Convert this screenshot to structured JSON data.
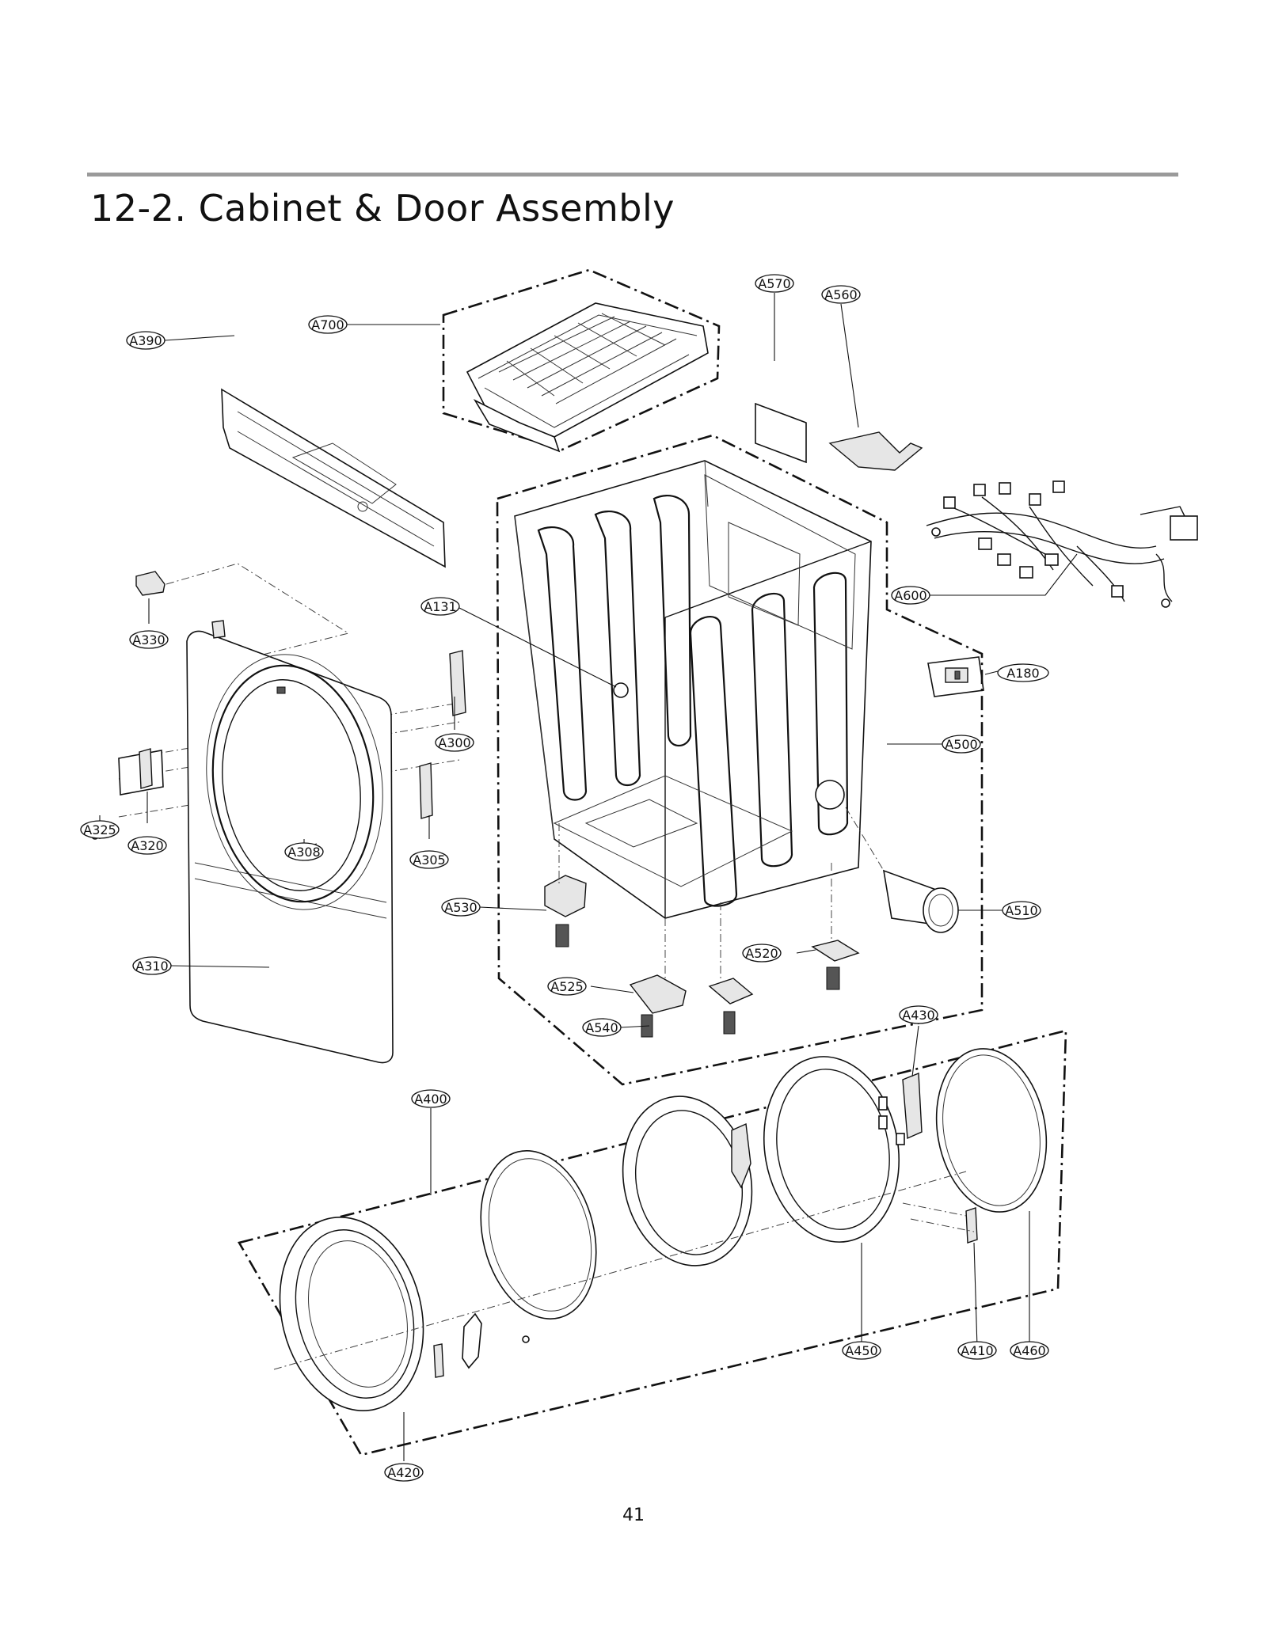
{
  "header": {
    "title": "12-2. Cabinet & Door Assembly"
  },
  "footer": {
    "page_number": "41"
  },
  "callouts": {
    "a700": "A700",
    "a570": "A570",
    "a560": "A560",
    "a390": "A390",
    "a600": "A600",
    "a131": "A131",
    "a330": "A330",
    "a180": "A180",
    "a300": "A300",
    "a500": "A500",
    "a325": "A325",
    "a320": "A320",
    "a308": "A308",
    "a305": "A305",
    "a530": "A530",
    "a510": "A510",
    "a310": "A310",
    "a520": "A520",
    "a525": "A525",
    "a540": "A540",
    "a430": "A430",
    "a400": "A400",
    "a450": "A450",
    "a410": "A410",
    "a460": "A460",
    "a420": "A420"
  }
}
